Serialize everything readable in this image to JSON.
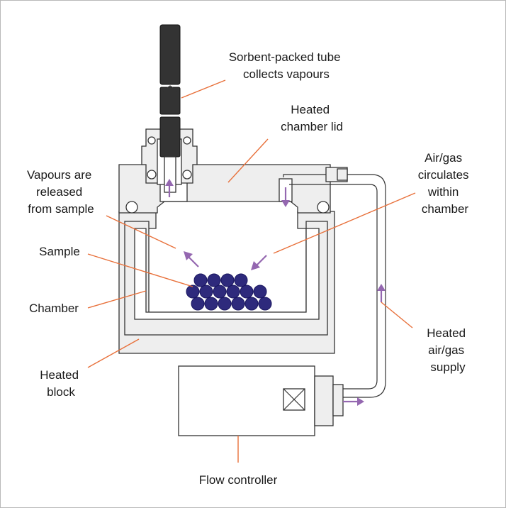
{
  "labels": {
    "tube": [
      "Sorbent-packed tube",
      "collects vapours"
    ],
    "lid": [
      "Heated",
      "chamber lid"
    ],
    "vapours": [
      "Vapours are",
      "released",
      "from sample"
    ],
    "airgas": [
      "Air/gas",
      "circulates",
      "within",
      "chamber"
    ],
    "sample": [
      "Sample"
    ],
    "chamber": [
      "Chamber"
    ],
    "block": [
      "Heated",
      "block"
    ],
    "supply": [
      "Heated",
      "air/gas",
      "supply"
    ],
    "controller": [
      "Flow controller"
    ]
  },
  "colors": {
    "leader": "#e8703a",
    "flow_arrow": "#9467b0",
    "sample_ball": "#2e2a7c",
    "body_fill": "#eeeeee",
    "tube_fill": "#333333"
  },
  "icons": {
    "valve": "valve-x-box-icon"
  }
}
